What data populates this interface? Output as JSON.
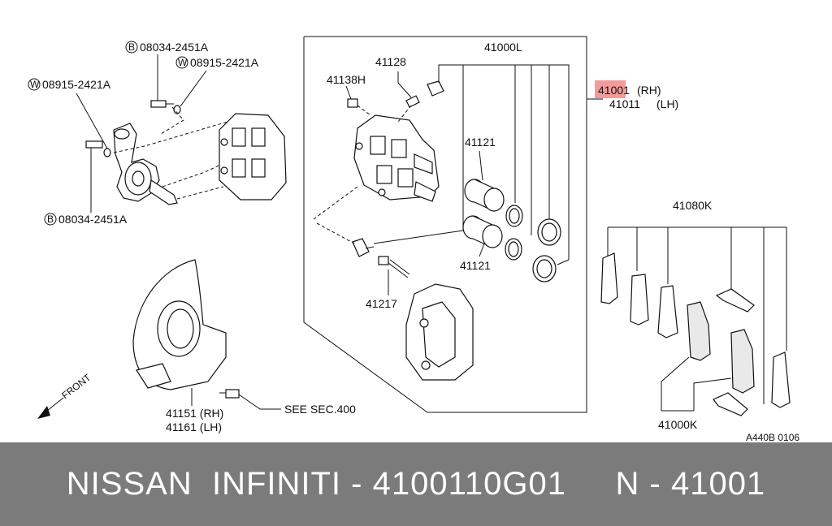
{
  "diagram": {
    "labels": {
      "bolt_b_top": "08034-2451A",
      "washer_w_top": "08915-2421A",
      "washer_w_left": "08915-2421A",
      "bolt_b_bottom": "08034-2451A",
      "prefix_b": "B",
      "prefix_w": "W",
      "caliper_assy": "41000L",
      "bleeder": "41128",
      "bolt_41138h": "41138H",
      "piston_top": "41121",
      "piston_bottom": "41121",
      "pin_bolt": "41217",
      "assy_rh": "41001",
      "assy_rh_side": "(RH)",
      "assy_lh": "41011",
      "assy_lh_side": "(LH)",
      "pad_kit": "41080K",
      "pad_set": "41000K",
      "plate_rh": "41151 (RH)",
      "plate_lh": "41161 (LH)",
      "see_sec": "SEE SEC.400",
      "front": "FRONT",
      "code": "A440B 0106"
    },
    "highlight_color": "#f59a9a"
  },
  "footer": {
    "text": "NISSAN  INFINITI - 4100110G01     N - 41001"
  }
}
